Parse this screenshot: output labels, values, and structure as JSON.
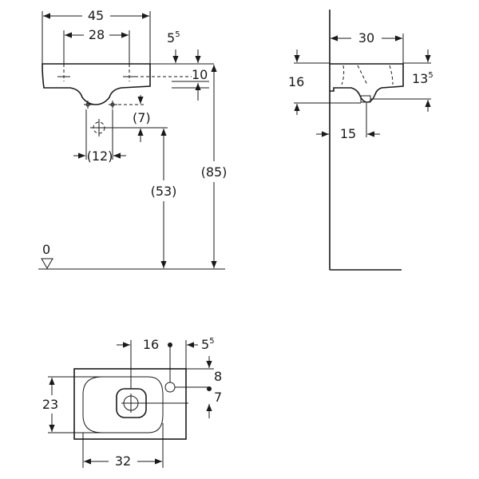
{
  "front_view": {
    "width_total": "45",
    "tap_hole_spacing": "28",
    "top_offset_main": "5",
    "top_offset_sup": "5",
    "basin_height": "10",
    "trap_offset": "(7)",
    "trap_spacing": "(12)",
    "waste_height": "(53)",
    "rim_height": "(85)",
    "floor_level": "0"
  },
  "side_view": {
    "depth": "30",
    "height": "16",
    "bowl_depth_main": "13",
    "bowl_depth_sup": "5",
    "waste_distance": "15"
  },
  "top_view": {
    "tap_offset": "16",
    "edge_offset_main": "5",
    "edge_offset_sup": "5",
    "tap_distance": "8",
    "waste_distance": "7",
    "depth": "23",
    "bowl_width": "32"
  }
}
